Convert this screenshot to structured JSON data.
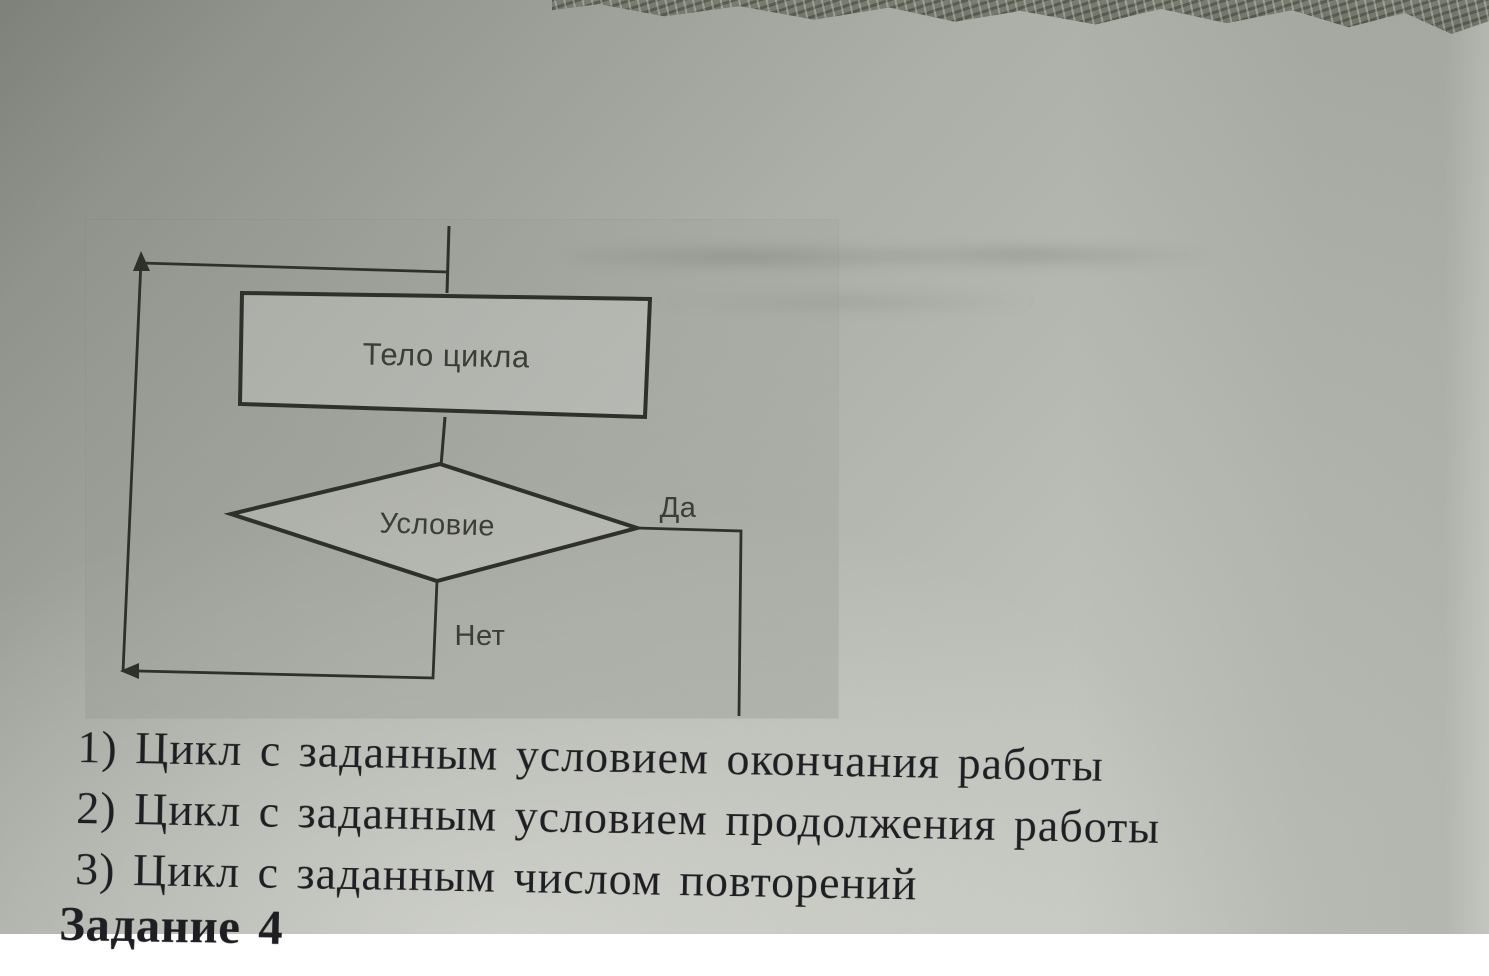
{
  "flowchart": {
    "loop_body_label": "Тело цикла",
    "condition_label": "Условие",
    "yes_label": "Да",
    "no_label": "Нет"
  },
  "options": [
    "1) Цикл с заданным условием окончания работы",
    "2) Цикл с заданным условием продолжения работы",
    "3) Цикл с заданным числом повторений"
  ],
  "next_task_heading": "Задание 4",
  "colors": {
    "ink": "#2f2f2b",
    "label_text": "#3c3c38",
    "serif_text": "#1f1f23",
    "figure_background": "#b0b2ac",
    "paper_highlight": "#c9cbc5",
    "paper_shadow": "#7d817a",
    "surface_texture": "#6d7165"
  }
}
